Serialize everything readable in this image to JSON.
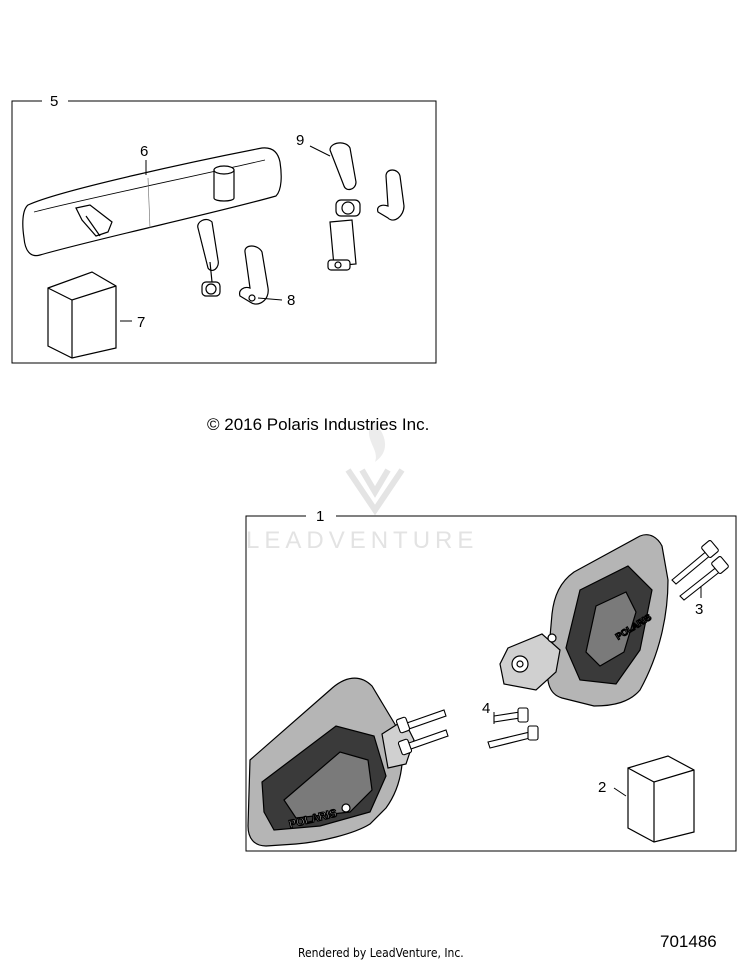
{
  "copyright": "© 2016 Polaris Industries Inc.",
  "watermark": "LEADVENTURE",
  "diagram_id": "701486",
  "footer": "Rendered by LeadVenture, Inc.",
  "callouts": [
    "1",
    "2",
    "3",
    "4",
    "5",
    "6",
    "7",
    "8",
    "9"
  ],
  "brand_label": "POLARIS",
  "icons": [
    "rear-view-mirror",
    "side-mirror",
    "bolt",
    "mount-clamp",
    "package-box",
    "leadventure-logo"
  ]
}
